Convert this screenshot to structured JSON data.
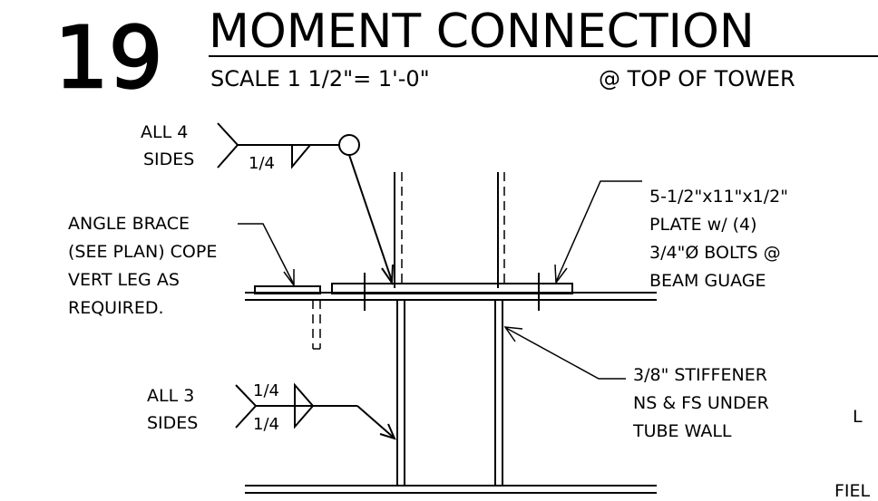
{
  "detail": {
    "number": "19",
    "title": "MOMENT CONNECTION",
    "scale": "SCALE 1 1/2\"= 1'-0\"",
    "location": "@ TOP OF TOWER"
  },
  "weld_top": {
    "line1": "ALL 4",
    "line2": "SIDES",
    "size": "1/4"
  },
  "weld_bottom": {
    "line1": "ALL 3",
    "line2": "SIDES",
    "size_top": "1/4",
    "size_bottom": "1/4"
  },
  "note_angle": {
    "lines": [
      "ANGLE BRACE",
      "(SEE PLAN) COPE",
      "VERT LEG AS",
      "REQUIRED."
    ]
  },
  "note_plate": {
    "lines": [
      "5-1/2\"x11\"x1/2\"",
      "PLATE w/ (4)",
      "3/4\"Ø BOLTS @",
      "BEAM GUAGE"
    ]
  },
  "note_stiffener": {
    "lines": [
      "3/8\" STIFFENER",
      "NS & FS UNDER",
      "TUBE WALL"
    ]
  },
  "edge_fragments": {
    "right_mid": "L",
    "right_bottom": "FIEL"
  }
}
